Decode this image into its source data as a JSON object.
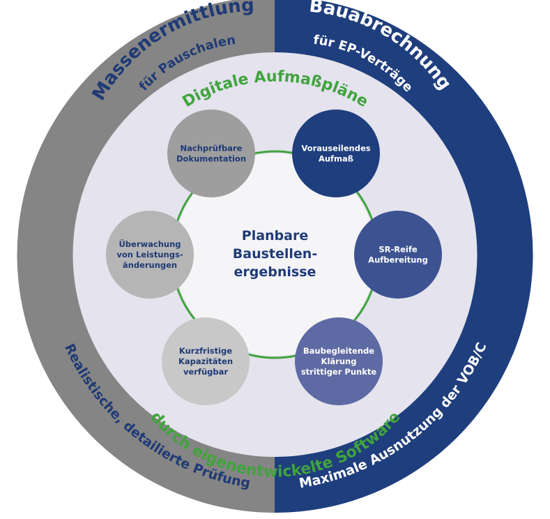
{
  "colors": {
    "gray_ring": "#858585",
    "navy_ring": "#1f3e7d",
    "inner_disc": "#e4e3ee",
    "center_disc": "#f5f5f8",
    "green": "#41a33e",
    "navy_text": "#1f3a75",
    "white": "#ffffff"
  },
  "outer_ring": {
    "top_left": {
      "title": "Massenermittlung",
      "subtitle": "für Pauschalen"
    },
    "top_right": {
      "title": "Bauabrechnung",
      "subtitle": "für EP-Verträge"
    },
    "bottom_left": "Realistische, detailierte Prüfung",
    "bottom_right": "Maximale Ausnutzung der VOB/C"
  },
  "inner_ring": {
    "top": "Digitale Aufmaßpläne",
    "bottom": "durch eigenentwickelte Software"
  },
  "center": {
    "lines": [
      "Planbare",
      "Baustellen-",
      "ergebnisse"
    ]
  },
  "nodes": [
    {
      "lines": [
        "Nachprüfbare",
        "Dokumentation"
      ],
      "fill": "#9e9e9e",
      "text_color": "#1f3a75"
    },
    {
      "lines": [
        "Vorauseilendes",
        "Aufmaß"
      ],
      "fill": "#1f3e7d",
      "text_color": "#ffffff"
    },
    {
      "lines": [
        "SR-Reife",
        "Aufbereitung"
      ],
      "fill": "#3d5391",
      "text_color": "#ffffff"
    },
    {
      "lines": [
        "Baubegleitende",
        "Klärung",
        "strittiger Punkte"
      ],
      "fill": "#5e6aa3",
      "text_color": "#ffffff"
    },
    {
      "lines": [
        "Kurzfristige",
        "Kapazitäten",
        "verfügbar"
      ],
      "fill": "#c8c8c8",
      "text_color": "#1f3a75"
    },
    {
      "lines": [
        "Überwachung",
        "von Leistungs-",
        "änderungen"
      ],
      "fill": "#b5b5b5",
      "text_color": "#1f3a75"
    }
  ]
}
